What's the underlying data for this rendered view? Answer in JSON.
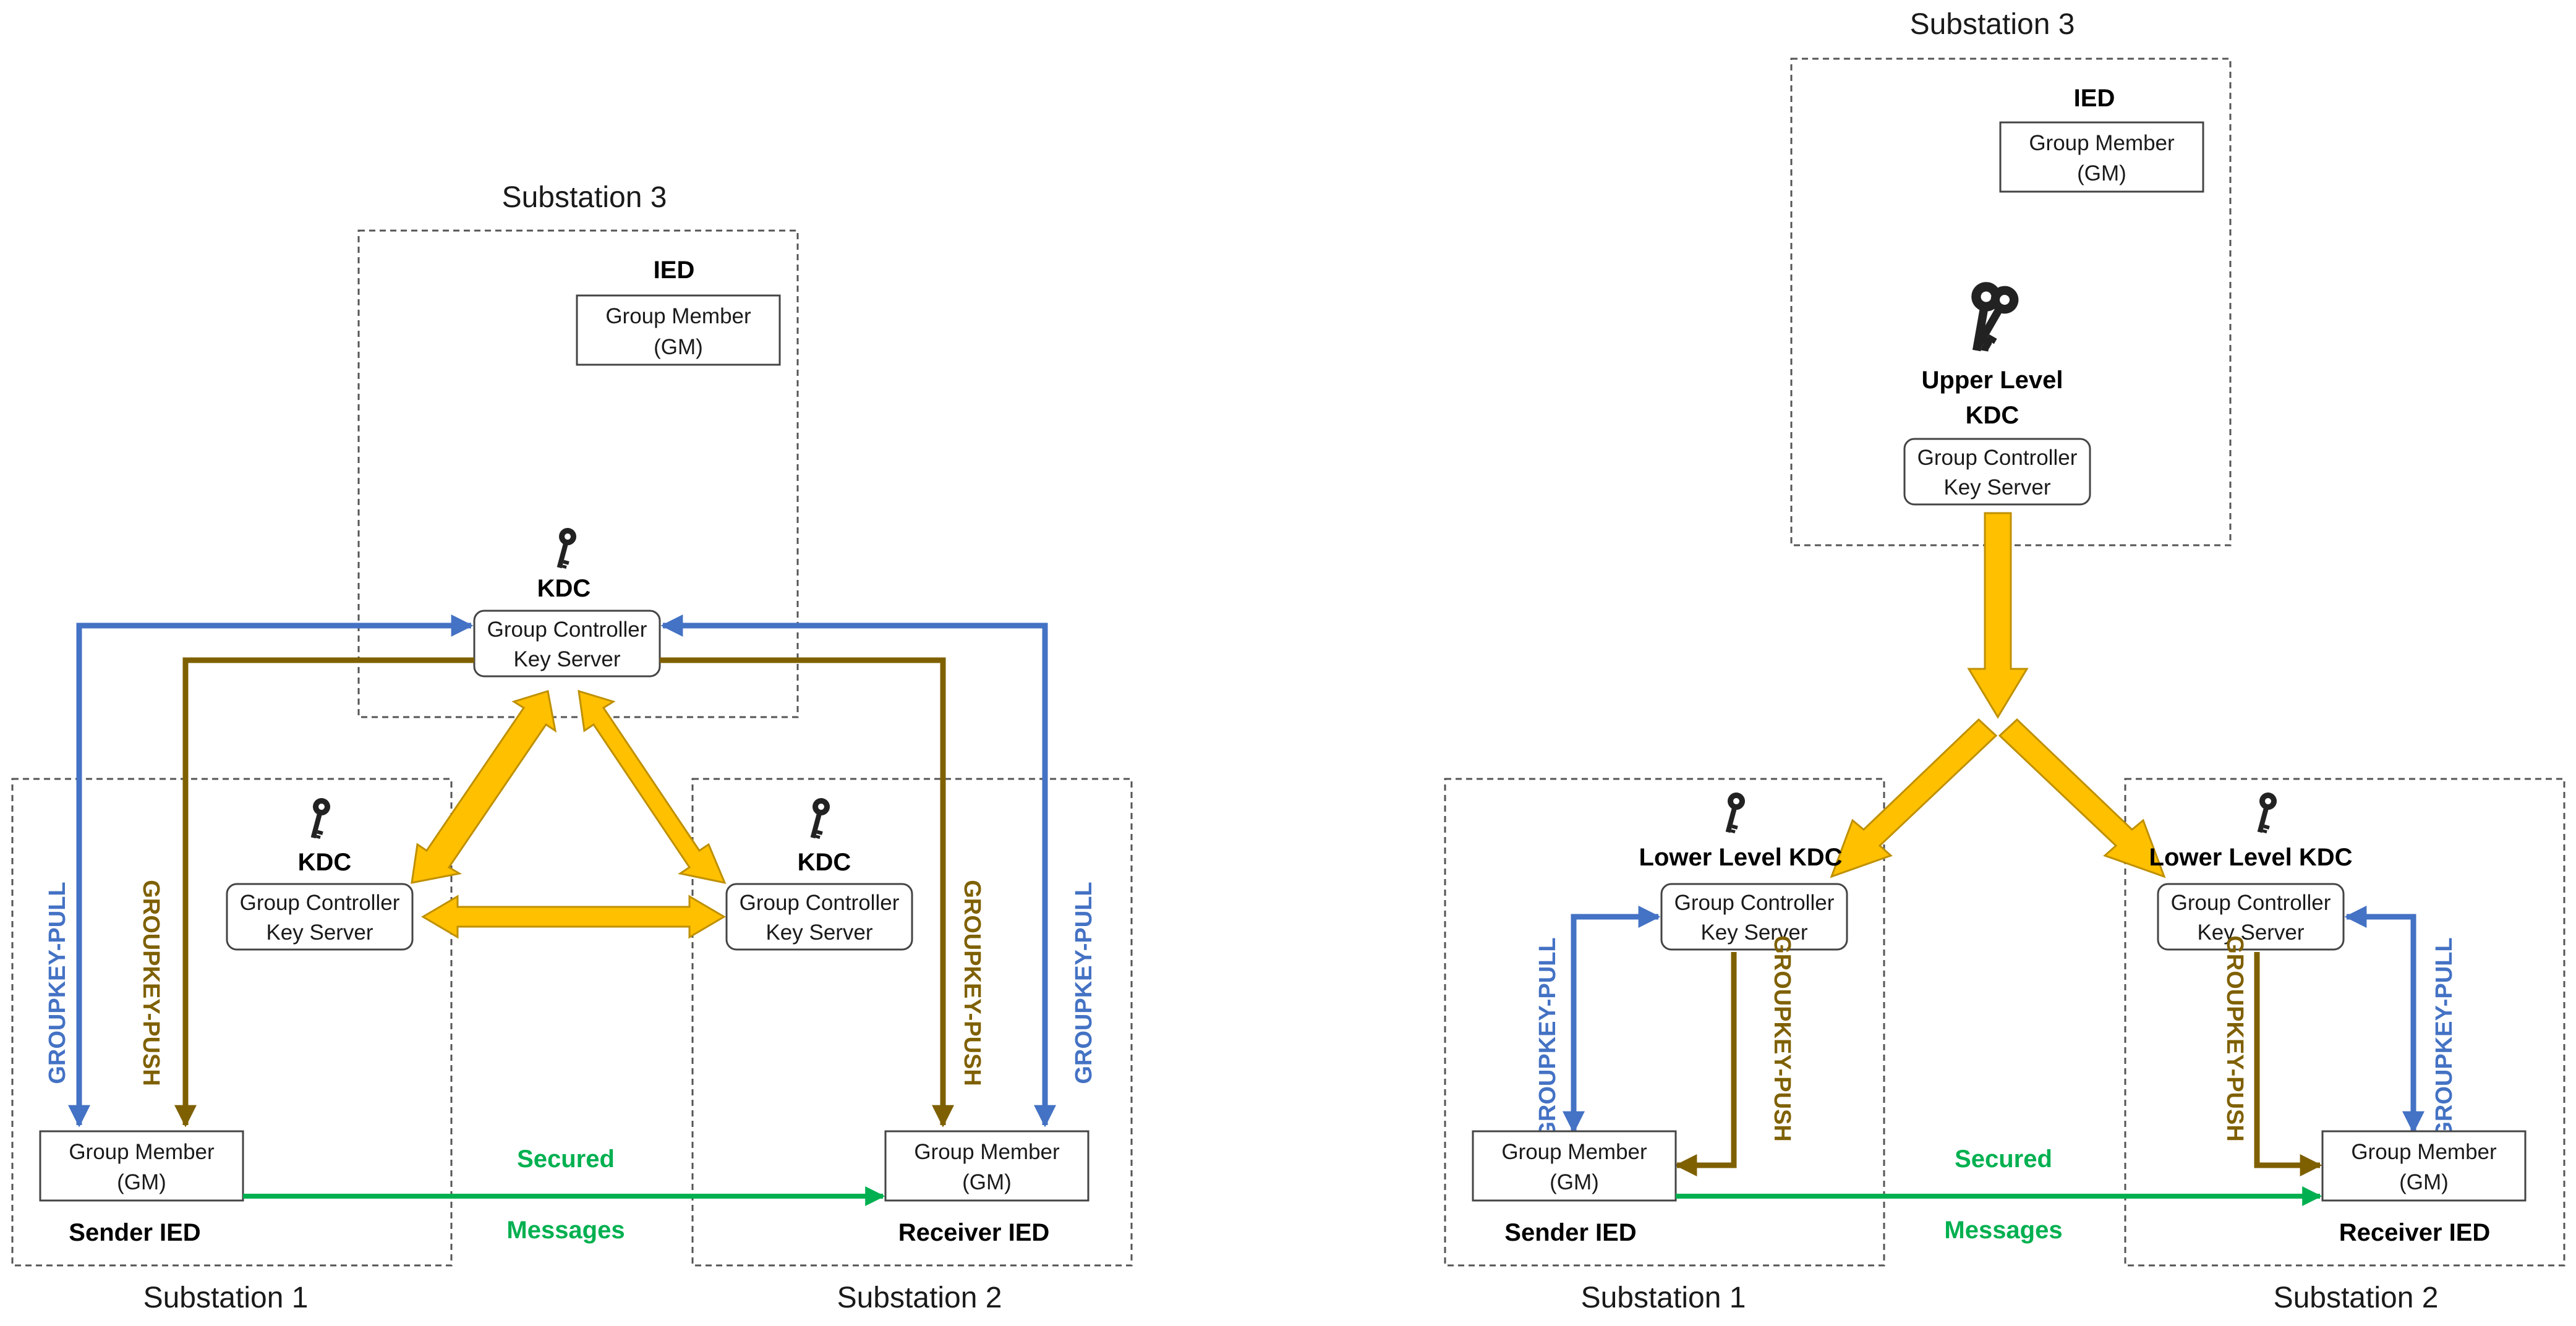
{
  "diagram": {
    "left": {
      "substation_1": "Substation 1",
      "substation_2": "Substation 2",
      "substation_3": "Substation 3",
      "ied_label": "IED",
      "gm_line1": "Group Member",
      "gm_line2": "(GM)",
      "kdc_label": "KDC",
      "gc_line1": "Group Controller",
      "gc_line2": "Key Server",
      "sender_ied": "Sender IED",
      "receiver_ied": "Receiver IED",
      "groupkey_pull": "GROUPKEY-PULL",
      "groupkey_push": "GROUPKEY-PUSH",
      "secured": "Secured",
      "messages": "Messages"
    },
    "right": {
      "substation_1": "Substation 1",
      "substation_2": "Substation 2",
      "substation_3": "Substation 3",
      "ied_label": "IED",
      "gm_line1": "Group Member",
      "gm_line2": "(GM)",
      "upper_kdc_line1": "Upper Level",
      "upper_kdc_line2": "KDC",
      "lower_kdc": "Lower Level KDC",
      "gc_line1": "Group Controller",
      "gc_line2": "Key Server",
      "sender_ied": "Sender IED",
      "receiver_ied": "Receiver IED",
      "groupkey_pull": "GROUPKEY-PULL",
      "groupkey_push": "GROUPKEY-PUSH",
      "secured": "Secured",
      "messages": "Messages"
    },
    "colors": {
      "pull": "#4472c4",
      "push": "#7f6000",
      "secured": "#00b050",
      "kdc_link": "#ffc000",
      "kdc_link_outline": "#bf9000"
    },
    "icons": [
      "key-icon"
    ]
  }
}
